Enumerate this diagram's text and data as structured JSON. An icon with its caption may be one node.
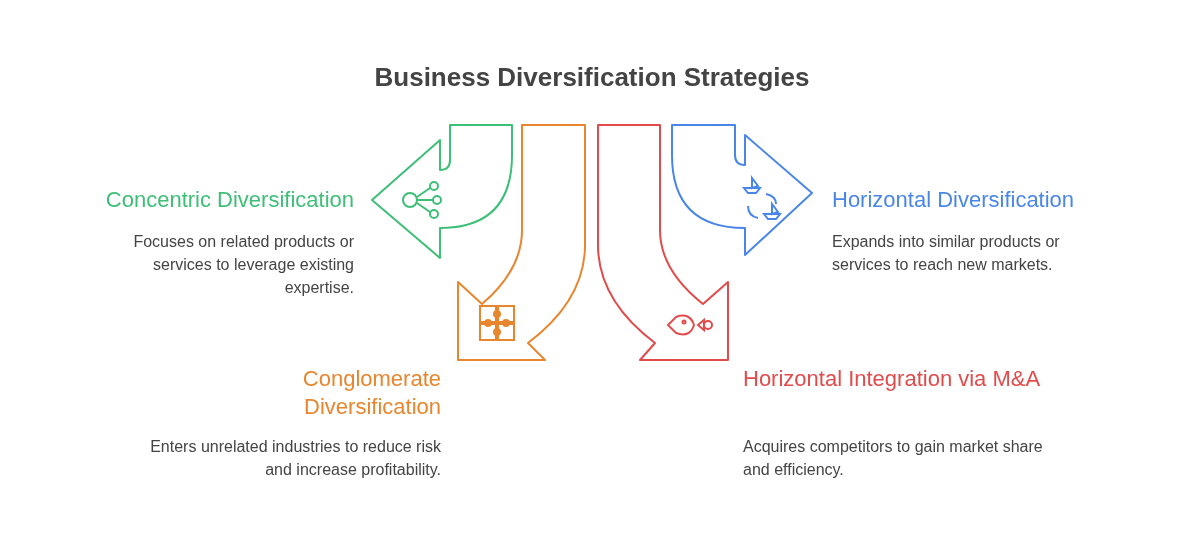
{
  "diagram": {
    "title": "Business Diversification Strategies",
    "labels": [
      "Concentric Diversification",
      "Focuses on related products or services to leverage existing expertise.",
      "Horizontal Diversification",
      "Expands into similar products or services to reach new markets.",
      "Conglomerate Diversification",
      "Enters unrelated industries to reduce risk and increase profitability.",
      "Horizontal Integration via M&A",
      "Acquires competitors to gain market share and efficiency."
    ]
  }
}
